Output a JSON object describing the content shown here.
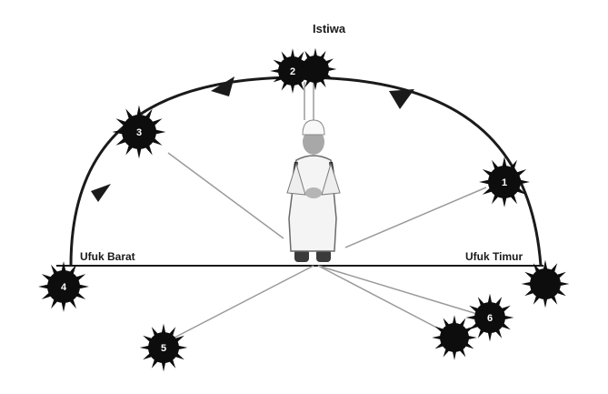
{
  "labels": {
    "zenith": "Istiwa",
    "west_horizon": "Ufuk Barat",
    "east_horizon": "Ufuk Timur"
  },
  "suns": [
    {
      "id": "sun-1",
      "label": "1"
    },
    {
      "id": "sun-2",
      "label": "2"
    },
    {
      "id": "sun-3",
      "label": "3"
    },
    {
      "id": "sun-4",
      "label": "4"
    },
    {
      "id": "sun-5",
      "label": "5"
    },
    {
      "id": "sun-6",
      "label": "6"
    },
    {
      "id": "sun-unlabeled-zenith",
      "label": ""
    },
    {
      "id": "sun-unlabeled-east-horizon",
      "label": ""
    },
    {
      "id": "sun-unlabeled-below-east",
      "label": ""
    }
  ],
  "colors": {
    "line": "#1a1a1a",
    "ray": "#9a9a9a",
    "sun": "#0d0d0d",
    "figure": "#f4f4f4"
  },
  "icons": {
    "sun": "sun-icon",
    "direction_arrow": "arrow-icon",
    "person": "person-figure"
  }
}
